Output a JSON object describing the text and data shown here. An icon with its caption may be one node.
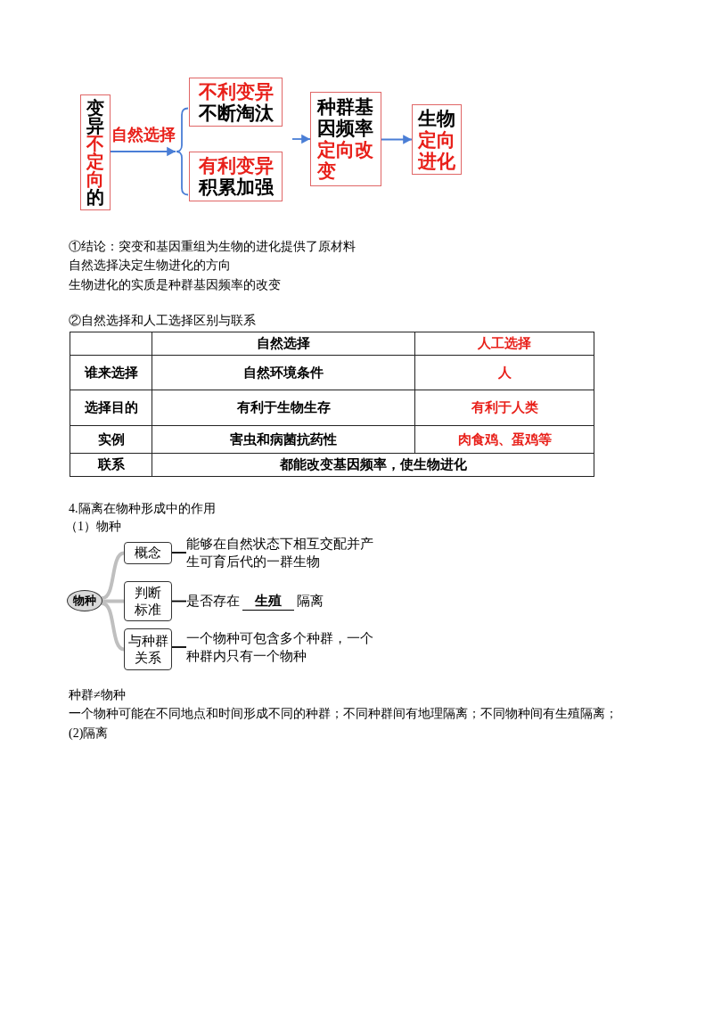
{
  "diagram": {
    "nodes": [
      {
        "text": [
          "变异",
          "不定向",
          "的"
        ]
      },
      {
        "text": [],
        "shape": "brace"
      },
      {
        "text": [
          "不利变异",
          "不断淘汰"
        ]
      },
      {
        "text": [
          "有利变异",
          "积累加强"
        ]
      },
      {
        "text": [
          "种群基因频率",
          "定向改变"
        ]
      },
      {
        "text": [
          "生物",
          "定向进化"
        ]
      },
      {
        "text": [
          "物种"
        ]
      },
      {
        "text": [
          "概念"
        ]
      },
      {
        "text": [
          "能够在自然状态下相互交配并产生可育后代的一群生物"
        ]
      },
      {
        "text": [
          "判断标准"
        ]
      },
      {
        "text": [
          "是否存在",
          "生殖",
          "隔离"
        ]
      },
      {
        "text": [
          "与种群关系"
        ]
      },
      {
        "text": [
          "一个物种可包含多个种群，一个种群内只有一个物种"
        ]
      }
    ],
    "edges": [
      {
        "from": 0,
        "to": 1,
        "arrow": "to",
        "label": "自然选择"
      },
      {
        "from": null,
        "to": 4,
        "arrow": "to"
      },
      {
        "from": 4,
        "to": 5,
        "arrow": "to"
      },
      {
        "from": 6,
        "to": 7,
        "arrow": "none",
        "style": "thick",
        "color": "#bfbfbf"
      },
      {
        "from": 6,
        "to": 9,
        "arrow": "none",
        "style": "thick",
        "color": "#bfbfbf"
      },
      {
        "from": 6,
        "to": 11,
        "arrow": "none",
        "style": "thick",
        "color": "#bfbfbf"
      },
      {
        "from": 7,
        "to": 8,
        "arrow": "none",
        "color": "#000000"
      },
      {
        "from": 9,
        "to": 10,
        "arrow": "none",
        "color": "#000000"
      },
      {
        "from": 11,
        "to": 12,
        "arrow": "none",
        "color": "#000000"
      }
    ],
    "labels": [
      "①结论：突变和基因重组为生物的进化提供了原材料",
      "自然选择决定生物进化的方向",
      "生物进化的实质是种群基因频率的改变",
      "②自然选择和人工选择区别与联系",
      "自然选择",
      "人工选择",
      "谁来选择",
      "自然环境条件",
      "人",
      "选择目的",
      "有利于生物生存",
      "有利于人类",
      "实例",
      "害虫和病菌抗药性",
      "肉食鸡、蛋鸡等",
      "联系",
      "都能改变基因频率，使生物进化",
      "4.隔离在物种形成中的作用",
      "（1）物种",
      "种群≠物种",
      "一个物种可能在不同地点和时间形成不同的种群；不同种群间有地理隔离；不同物种间有生殖隔离；",
      "(2)隔离"
    ]
  }
}
